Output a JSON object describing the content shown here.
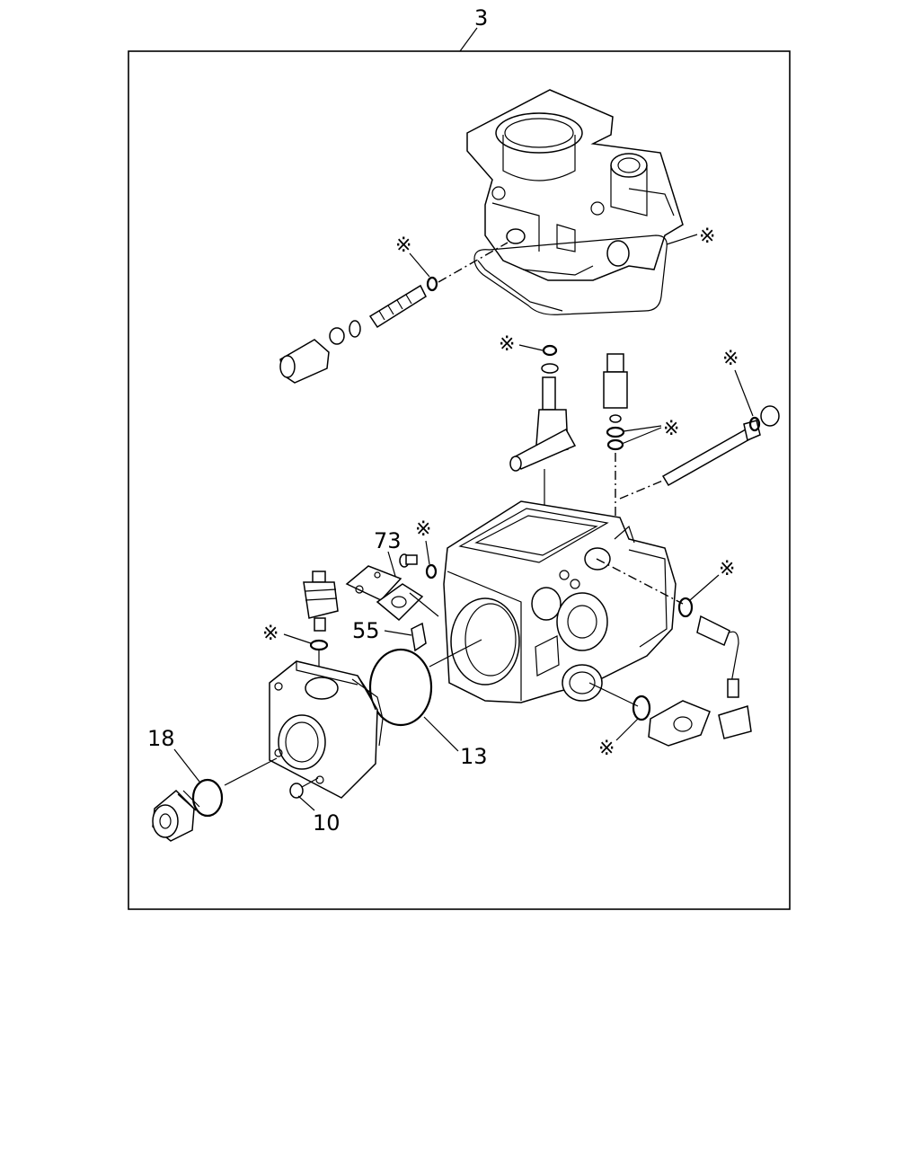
{
  "callouts": {
    "assembly": "3",
    "c73": "73",
    "c55": "55",
    "c13": "13",
    "c18": "18",
    "c10": "10"
  },
  "marks": {
    "star": "※"
  }
}
